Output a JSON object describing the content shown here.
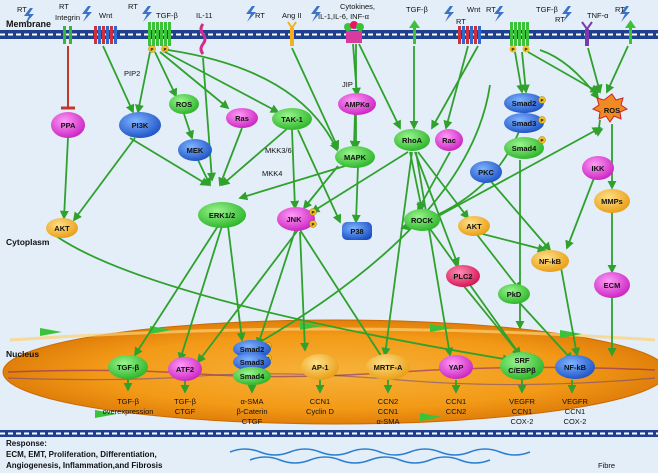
{
  "labels": {
    "membrane": "Membrane",
    "cytoplasm": "Cytoplasm",
    "nucleus": "Nucleus",
    "response_title": "Response:",
    "response_line1": "ECM, EMT, Proliferation, Differentiation,",
    "response_line2": "Angiogenesis, Inflammation,and Fibrosis",
    "fibre": "Fibre",
    "pip2": "PIP2",
    "jip": "JIP",
    "mkk36": "MKK3/6",
    "mkk4": "MKK4",
    "p": "P"
  },
  "receptors": {
    "rt": "RT",
    "integrin": "Integrin",
    "wnt": "Wnt",
    "tgfb": "TGF-β",
    "il11": "IL-11",
    "ang2": "Ang II",
    "cytokines_1": "Cytokines,",
    "cytokines_2": "IL-1,IL-6, INF-α",
    "tgfb_out": "TGF-β",
    "wnt2": "Wnt",
    "tgfb2": "TGF-β",
    "tnfa": "TNF-α"
  },
  "nodes": {
    "ppa": "PPA",
    "pi3k": "PI3K",
    "akt1": "AKT",
    "ros1": "ROS",
    "mek": "MEK",
    "ras": "Ras",
    "tak1": "TAK-1",
    "erk": "ERK1/2",
    "ampk": "AMPKα",
    "mapk": "MAPK",
    "jnk": "JNK",
    "p38": "P38",
    "rhoa": "RhoA",
    "rac": "Rac",
    "rock": "ROCK",
    "akt2": "AKT",
    "plc2": "PLC2",
    "pkd": "PkD",
    "smad2": "Smad2",
    "smad3": "Smad3",
    "smad4": "Smad4",
    "pkc": "PKC",
    "ikk": "IKK",
    "nfkb": "NF-kB",
    "ros2": "ROS",
    "mmps": "MMPs",
    "ecm": "ECM"
  },
  "nuclear": {
    "tgfb": "TGF-β",
    "atf2": "ATF2",
    "smad2": "Smad2",
    "smad3": "Smad3",
    "smad4": "Smad4",
    "ap1": "AP-1",
    "mrtfa": "MRTF-A",
    "yap": "YAP",
    "srf_1": "SRF",
    "srf_2": "C/EBPβ",
    "nfkb": "NF-kB"
  },
  "outputs": {
    "tgfb_1": "TGF-β",
    "tgfb_2": "overexpression",
    "atf2_1": "TGF-β",
    "atf2_2": "CTGF",
    "smad_1": "α-SMA",
    "smad_2": "β-Caterin",
    "smad_3": "CTGF",
    "ap1_1": "CCN1",
    "ap1_2": "Cyclin D",
    "mrtf_1": "CCN2",
    "mrtf_2": "CCN1",
    "mrtf_3": "α-SMA",
    "yap_1": "CCN1",
    "yap_2": "CCN2",
    "srf_1": "VEGFR",
    "srf_2": "CCN1",
    "srf_3": "COX-2",
    "nfkb_1": "VEGFR",
    "nfkb_2": "CCN1",
    "nfkb_3": "COX-2"
  },
  "colors": {
    "background": "#e3eef8",
    "membrane": "#1f3f8f",
    "arrow": "#2fa12c",
    "inhibit": "#c0392b",
    "nucleus": "#f7a51c",
    "nucleus_core": "#e88a0c",
    "green_node": "#4fd44a",
    "blue_node": "#2f6fe0",
    "magenta_node": "#e53fd9",
    "yellow_node": "#f2b72a",
    "red_node": "#e8175d"
  },
  "icons": [
    "lightning-bolt-icon",
    "phosphate-icon",
    "receptor-icon"
  ]
}
